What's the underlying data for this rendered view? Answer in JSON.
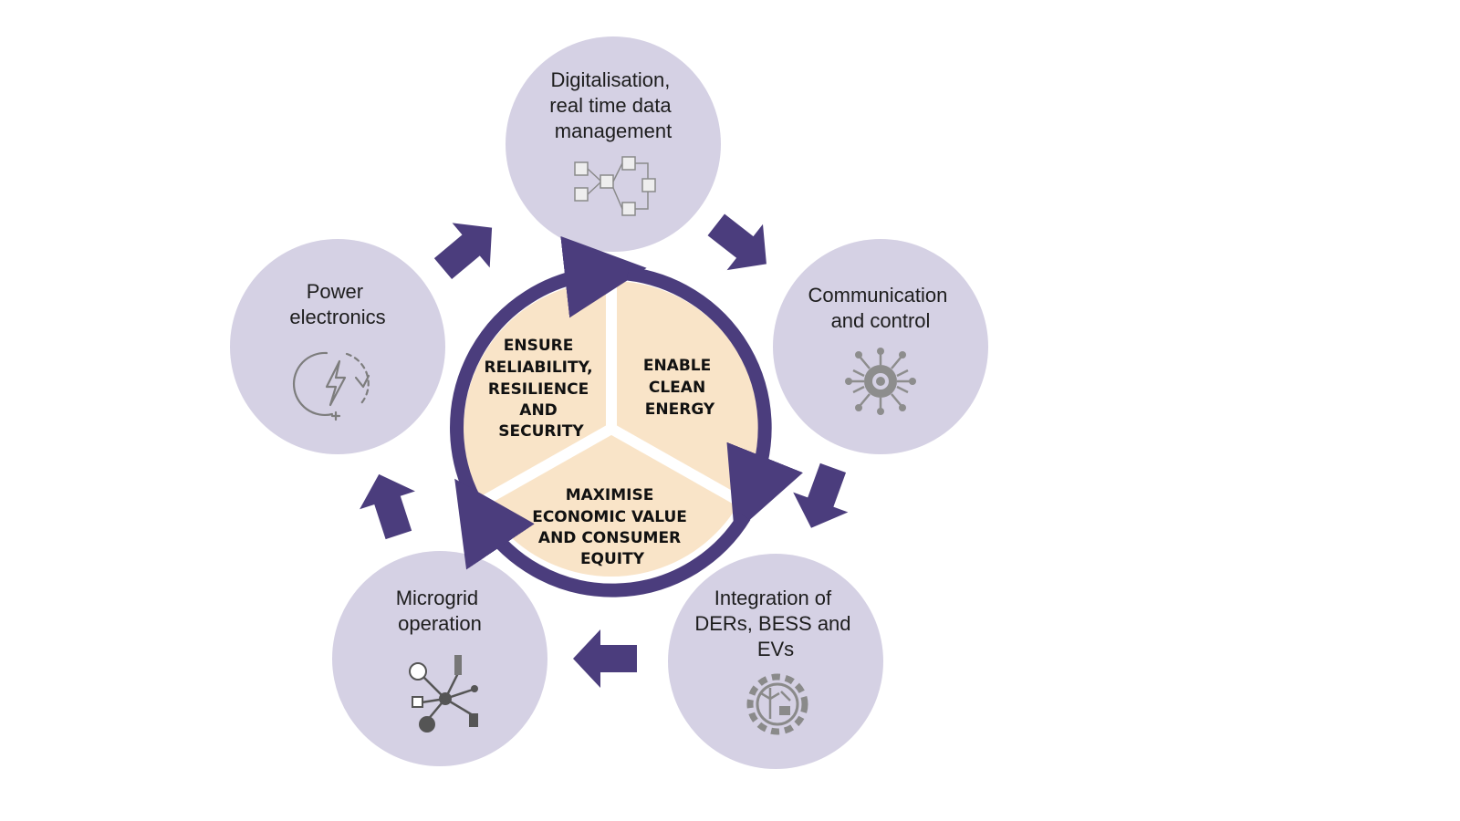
{
  "colors": {
    "background": "#ffffff",
    "outer_circle": "#d5d1e4",
    "wedge_fill": "#f9e4c8",
    "accent": "#4b3d7d",
    "icon": "#7d7d7d",
    "text": "#1d1d1d"
  },
  "outer_nodes": [
    {
      "id": "digitalisation",
      "icon": "data-flow-icon",
      "lines": [
        "Digitalisation,",
        "real time data",
        "management"
      ]
    },
    {
      "id": "communication",
      "icon": "circuit-chip-icon",
      "lines": [
        "Communication",
        "and control"
      ]
    },
    {
      "id": "integration",
      "icon": "gear-renewables-icon",
      "lines": [
        "Integration of",
        "DERs, BESS and",
        "EVs"
      ]
    },
    {
      "id": "microgrid",
      "icon": "network-hub-icon",
      "lines": [
        "Microgrid",
        "operation"
      ]
    },
    {
      "id": "power-electronics",
      "icon": "lightning-cycle-icon",
      "lines": [
        "Power",
        "electronics"
      ]
    }
  ],
  "inner_segments": [
    {
      "id": "reliability",
      "lines": [
        "ENSURE",
        "RELIABILITY,",
        "RESILIENCE",
        "AND",
        "SECURITY"
      ]
    },
    {
      "id": "clean-energy",
      "lines": [
        "ENABLE",
        "CLEAN",
        "ENERGY"
      ]
    },
    {
      "id": "economic",
      "lines": [
        "MAXIMISE",
        "ECONOMIC VALUE",
        "AND CONSUMER",
        "EQUITY"
      ]
    }
  ]
}
